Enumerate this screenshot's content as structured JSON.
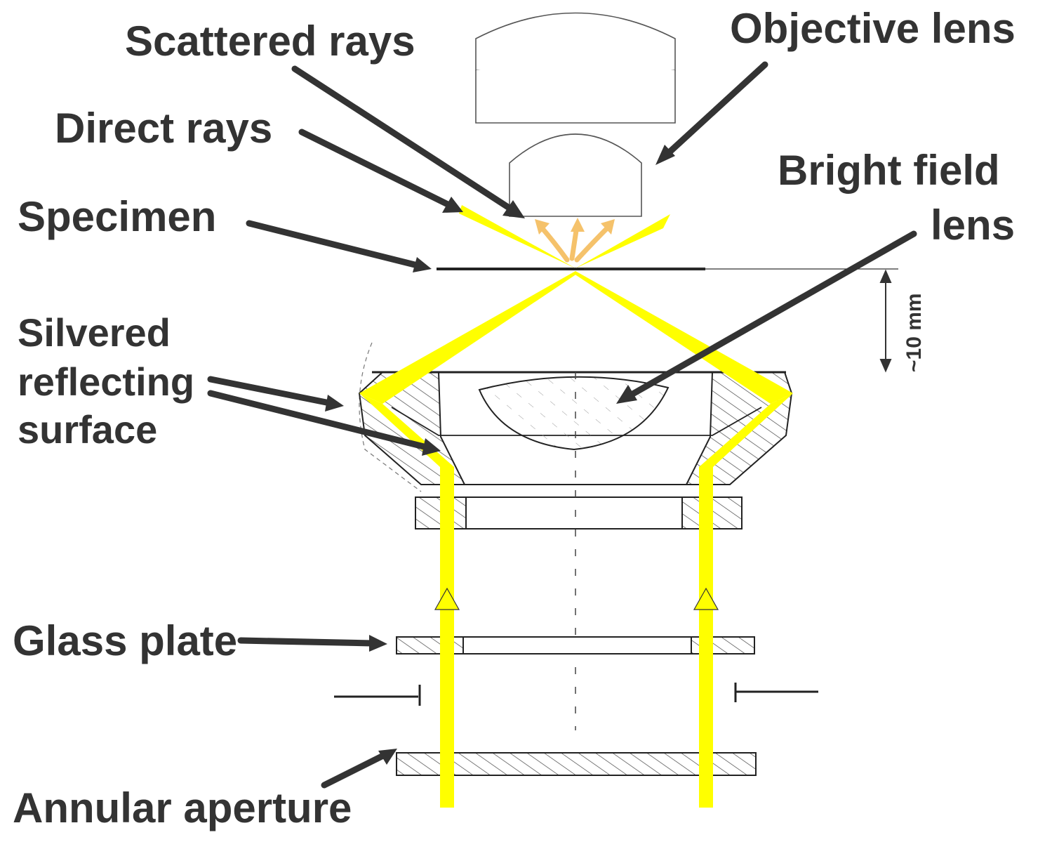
{
  "labels": {
    "scattered_rays": "Scattered rays",
    "objective_lens": "Objective lens",
    "direct_rays": "Direct rays",
    "bright_field_line1": "Bright field",
    "bright_field_line2": "lens",
    "specimen": "Specimen",
    "silvered_line1": "Silvered",
    "silvered_line2": "reflecting",
    "silvered_line3": "surface",
    "glass_plate": "Glass plate",
    "annular_aperture": "Annular aperture",
    "distance": "~10 mm"
  },
  "colors": {
    "ray": "#ffff00",
    "scattered": "#f5c26b",
    "arrow": "#333333",
    "drawing": "#333333"
  }
}
